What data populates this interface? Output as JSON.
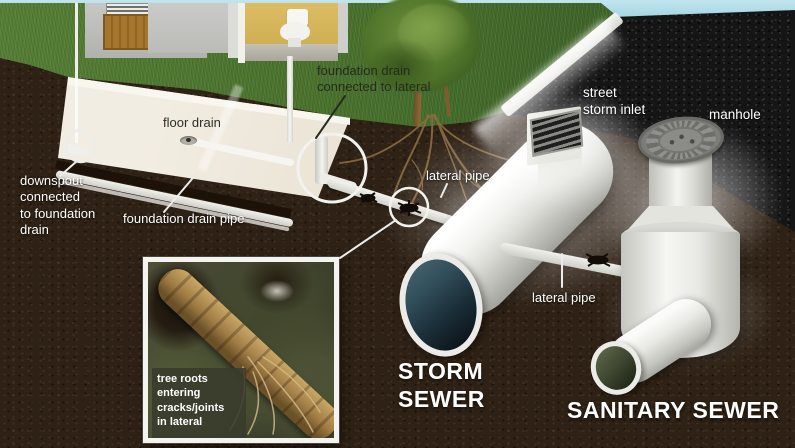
{
  "labels": {
    "floor_drain": "floor drain",
    "downspout": "downspout\nconnected\nto foundation\ndrain",
    "foundation_drain_pipe": "foundation drain pipe",
    "foundation_drain_lateral": "foundation drain\nconnected to lateral",
    "lateral_pipe_upper": "lateral pipe",
    "street_storm_inlet": "street\nstorm inlet",
    "manhole": "manhole",
    "lateral_pipe_lower": "lateral pipe",
    "storm_sewer": "STORM\nSEWER",
    "sanitary_sewer": "SANITARY SEWER",
    "inset_caption": "tree roots\nentering\ncracks/joints\nin lateral"
  },
  "colors": {
    "sky": "#aedae6",
    "grass": "#4e7c35",
    "soil": "#2e2115",
    "asphalt": "#161616",
    "concrete_pipe": "#f0f0ed",
    "slab": "#e9e2d2",
    "storm_pipe_interior": "#1b2f39",
    "sanitary_pipe_interior": "#414a32",
    "annotation_circle": "#f2f2ef",
    "label_light": "#ffffff",
    "label_dark": "#262b1e"
  }
}
